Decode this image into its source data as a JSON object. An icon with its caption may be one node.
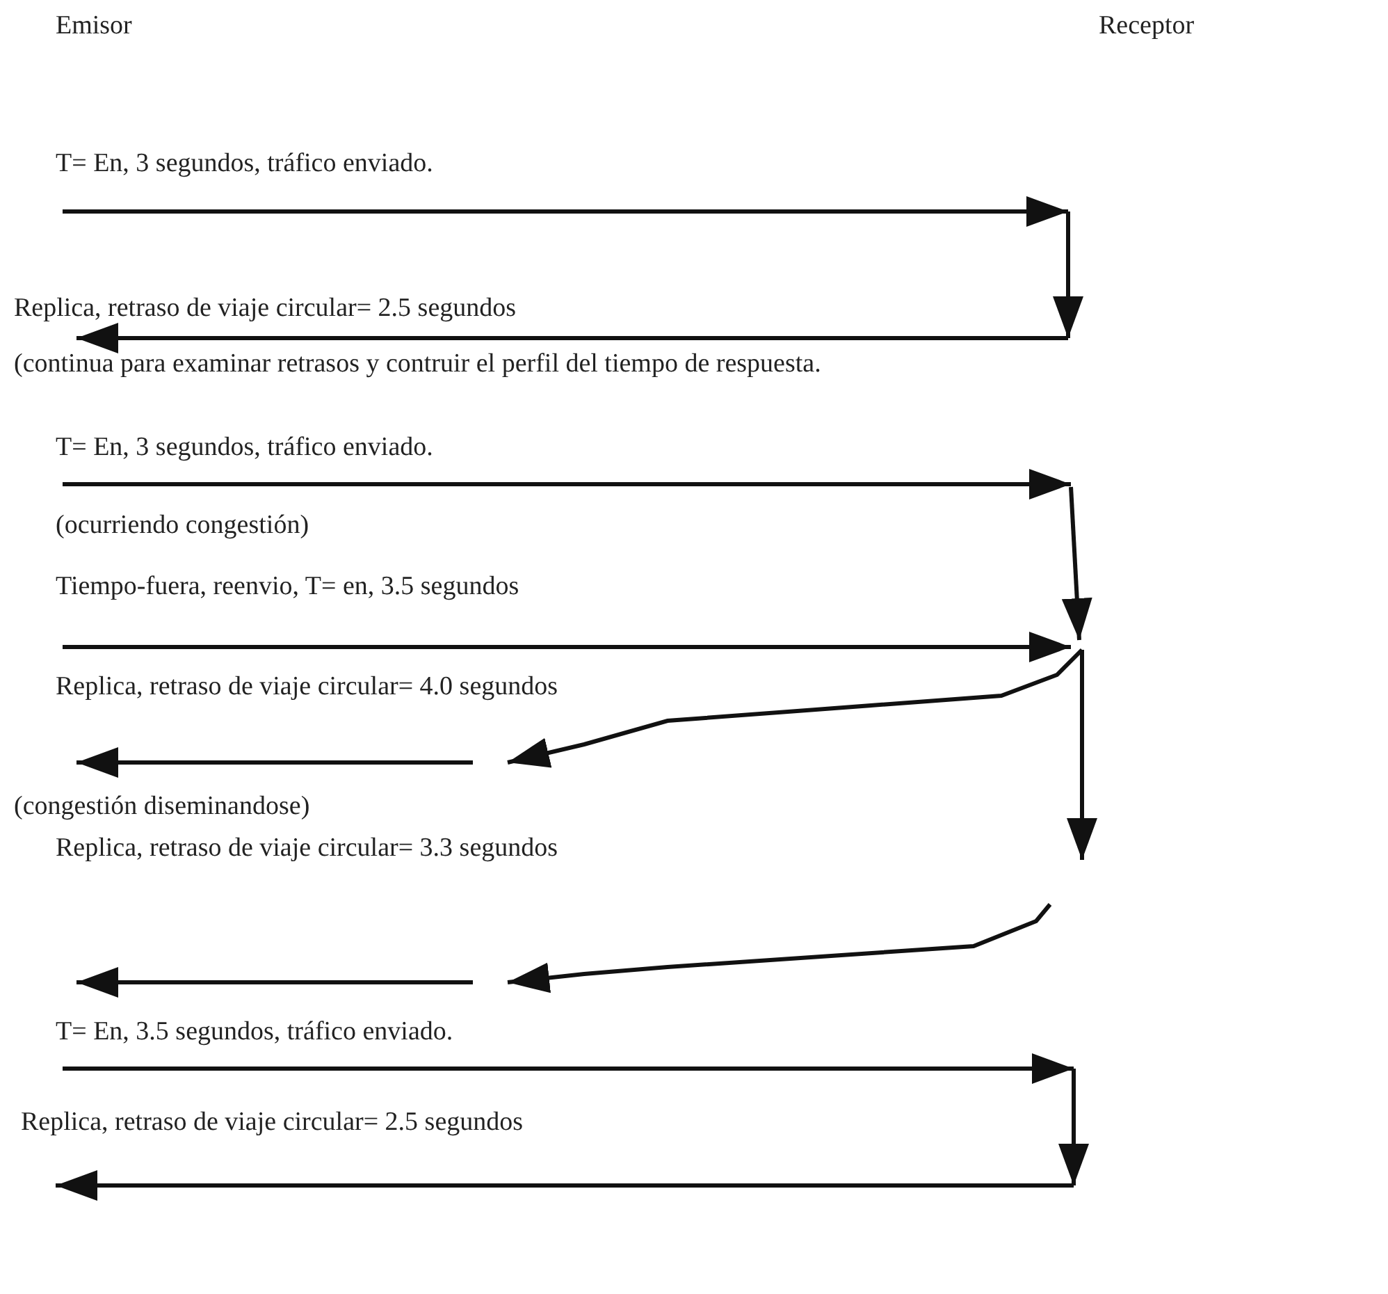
{
  "diagram": {
    "labels": [
      "Emisor",
      "Receptor",
      "T= En, 3 segundos, tráfico enviado.",
      "Replica, retraso de viaje circular= 2.5 segundos",
      "(continua para examinar retrasos y contruir el perfil del tiempo de respuesta.",
      "T= En, 3 segundos, tráfico enviado.",
      "(ocurriendo congestión)",
      "Tiempo-fuera, reenvio, T= en, 3.5 segundos",
      "Replica, retraso de viaje circular= 4.0 segundos",
      "(congestión diseminandose)",
      "Replica, retraso de viaje circular= 3.3 segundos",
      "T= En, 3.5 segundos, tráfico enviado.",
      "Replica, retraso de viaje circular= 2.5 segundos"
    ]
  }
}
